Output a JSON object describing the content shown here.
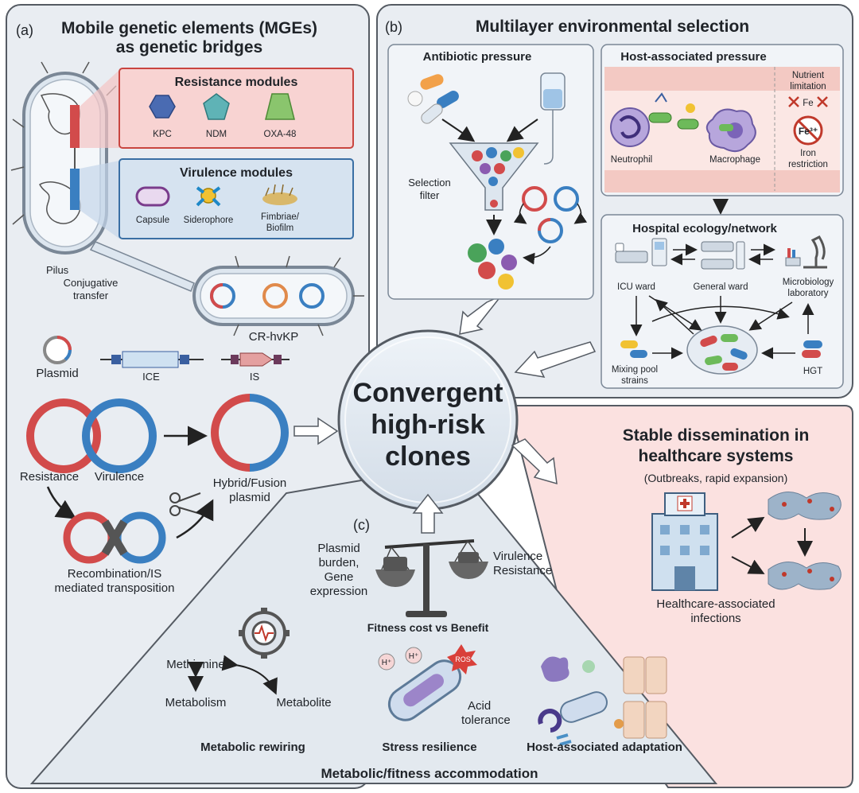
{
  "panel_a": {
    "tag": "(a)",
    "title_line1": "Mobile genetic elements (MGEs)",
    "title_line2": "as genetic bridges",
    "resistance_title": "Resistance modules",
    "resistance_items": [
      "KPC",
      "NDM",
      "OXA-48"
    ],
    "virulence_title": "Virulence modules",
    "virulence_items": [
      "Capsule",
      "Siderophore"
    ],
    "virulence_item3_line1": "Fimbriae/",
    "virulence_item3_line2": "Biofilm",
    "pilus": "Pilus",
    "conjugative_line1": "Conjugative",
    "conjugative_line2": "transfer",
    "recipient": "CR-hvKP",
    "plasmid": "Plasmid",
    "ice": "ICE",
    "is": "IS",
    "resistance": "Resistance",
    "virulence": "Virulence",
    "hybrid_line1": "Hybrid/Fusion",
    "hybrid_line2": "plasmid",
    "recomb_line1": "Recombination/IS",
    "recomb_line2": "mediated transposition"
  },
  "panel_b": {
    "tag": "(b)",
    "title": "Multilayer environmental selection",
    "antibiotic_title": "Antibiotic pressure",
    "selection_line1": "Selection",
    "selection_line2": "filter",
    "host_title": "Host-associated pressure",
    "neutrophil": "Neutrophil",
    "macrophage": "Macrophage",
    "nutrient_line1": "Nutrient",
    "nutrient_line2": "limitation",
    "fe_ion": "Fe",
    "fe3": "Fe³⁺",
    "iron_line1": "Iron",
    "iron_line2": "restriction",
    "hospital_title": "Hospital ecology/network",
    "icu": "ICU ward",
    "general": "General ward",
    "micro_line1": "Microbiology",
    "micro_line2": "laboratory",
    "mixing_line1": "Mixing pool",
    "mixing_line2": "strains",
    "hgt": "HGT"
  },
  "center": {
    "line1": "Convergent",
    "line2": "high-risk",
    "line3": "clones"
  },
  "panel_d": {
    "title_line1": "Stable dissemination in",
    "title_line2": "healthcare systems",
    "subtitle": "(Outbreaks, rapid expansion)",
    "hai_line1": "Healthcare-associated",
    "hai_line2": "infections"
  },
  "panel_c": {
    "tag": "(c)",
    "plasmid_burden_line1": "Plasmid",
    "plasmid_burden_line2": "burden,",
    "plasmid_burden_line3": "Gene",
    "plasmid_burden_line4": "expression",
    "virulence_resistance_line1": "Virulence",
    "virulence_resistance_line2": "Resistance",
    "fitness": "Fitness cost vs Benefit",
    "methionine": "Methionine",
    "metabolism": "Metabolism",
    "metabolite": "Metabolite",
    "h_plus": "H⁺",
    "ros": "ROS",
    "acid_line1": "Acid",
    "acid_line2": "tolerance",
    "metabolic_rewiring": "Metabolic rewiring",
    "stress_resilience": "Stress resilience",
    "host_adaptation": "Host-associated adaptation",
    "bottom_title": "Metabolic/fitness accommodation"
  },
  "colors": {
    "resistance_red": "#d24b4b",
    "virulence_blue": "#3a7fc1",
    "panel_grey": "#e9edf2",
    "pink_panel": "#fbe1e0",
    "border": "#555b63"
  }
}
